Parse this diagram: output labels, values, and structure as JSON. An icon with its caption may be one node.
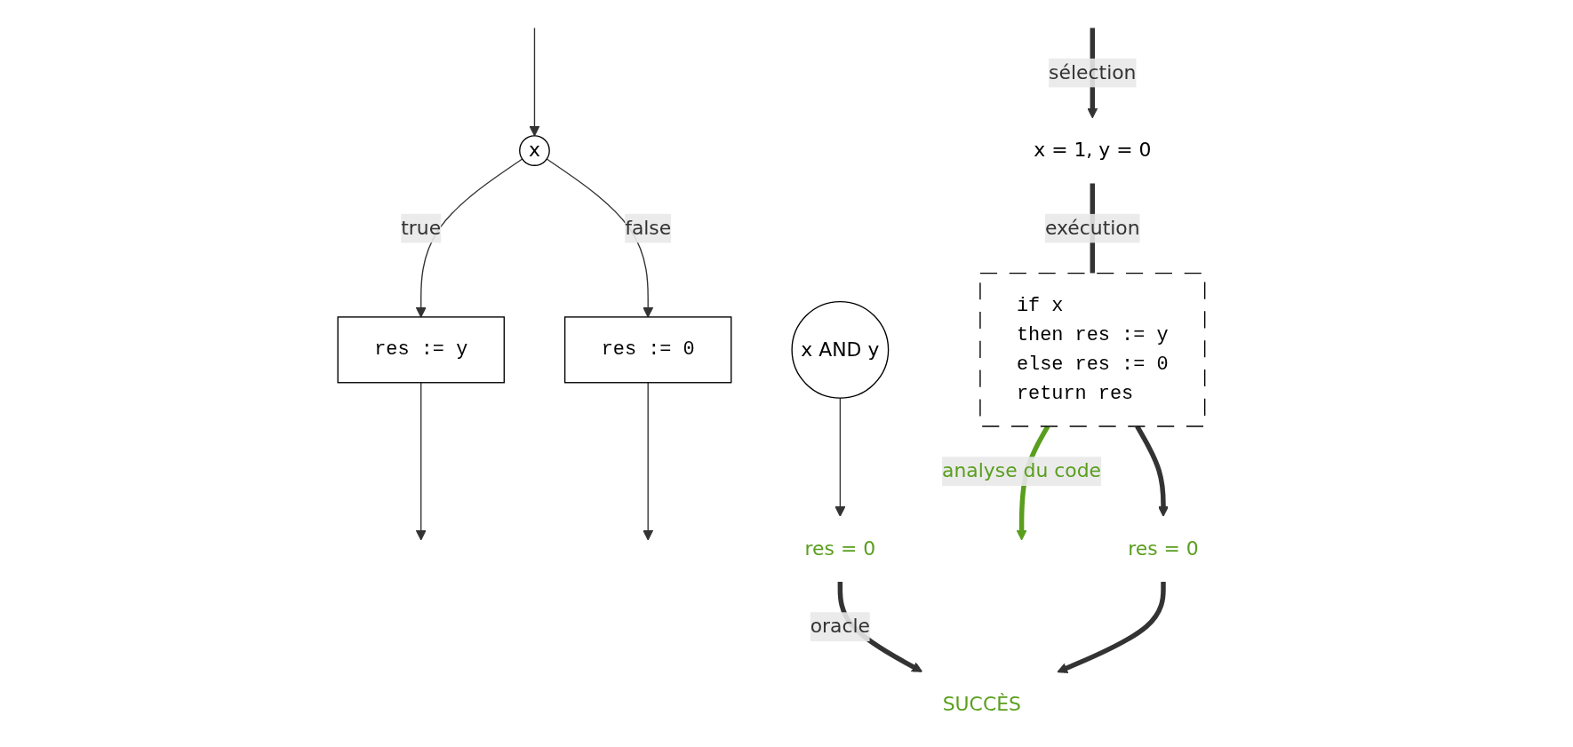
{
  "diagram": {
    "nodes": [
      {
        "text": [
          "x"
        ]
      },
      {
        "text": [
          "res := y"
        ]
      },
      {
        "text": [
          "res := 0"
        ]
      },
      {
        "text": [
          "x AND y"
        ]
      },
      {
        "text": [
          "res = 0"
        ]
      },
      {
        "text": [
          "x = 1, y = 0"
        ]
      },
      {
        "text": [
          "if x",
          "then res := y",
          "else res := 0",
          "return res"
        ]
      },
      {
        "text": [
          "res = 0"
        ]
      },
      {
        "text": [
          "SUCCÈS"
        ]
      }
    ],
    "edges": [
      {
        "from": null,
        "to": 0,
        "arrow": "to"
      },
      {
        "from": 0,
        "to": 1,
        "arrow": "to",
        "label": "true"
      },
      {
        "from": 0,
        "to": 2,
        "arrow": "to",
        "label": "false"
      },
      {
        "from": 1,
        "to": null,
        "arrow": "to"
      },
      {
        "from": 2,
        "to": null,
        "arrow": "to"
      },
      {
        "from": null,
        "to": 5,
        "arrow": "to",
        "label": "sélection",
        "style": "thick"
      },
      {
        "from": 5,
        "to": 6,
        "arrow": "none",
        "label": "exécution",
        "style": "thick"
      },
      {
        "from": 6,
        "to": null,
        "arrow": "to",
        "label": "analyse du code",
        "style": "thick",
        "color": "#5a9e1e"
      },
      {
        "from": 3,
        "to": 4,
        "arrow": "to"
      },
      {
        "from": 6,
        "to": 7,
        "arrow": "to",
        "style": "thick"
      },
      {
        "from": 4,
        "to": 8,
        "arrow": "to",
        "label": "oracle",
        "style": "thick"
      },
      {
        "from": 7,
        "to": 8,
        "arrow": "to",
        "style": "thick"
      }
    ]
  }
}
